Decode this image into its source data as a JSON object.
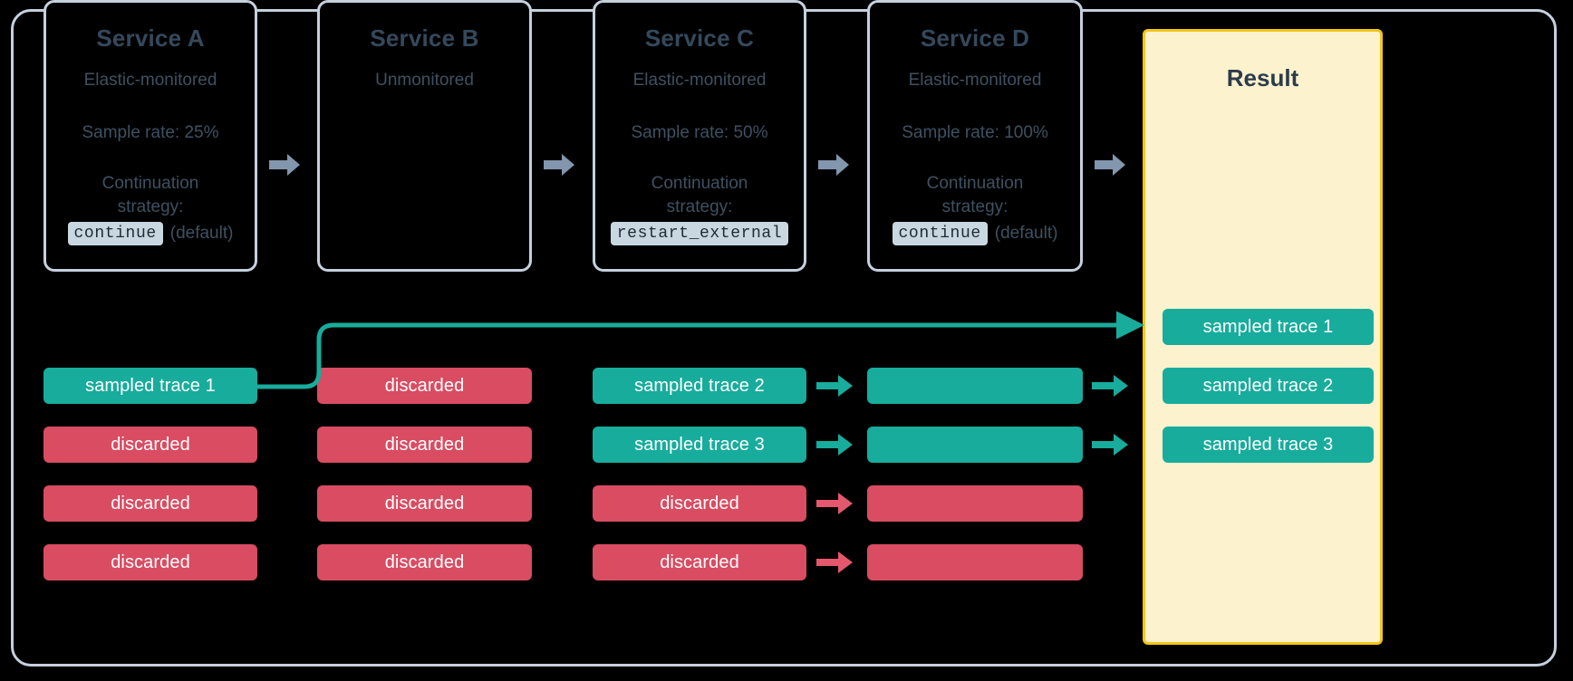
{
  "diagram": {
    "title": "Distributed tracing sampling across services",
    "colors": {
      "background": "#000000",
      "frame_border": "#c5d0dd",
      "card_border": "#c5d0dd",
      "card_text": "#3e5162",
      "card_title": "#34495b",
      "result_border": "#f5c518",
      "result_fill": "#fcf2cd",
      "sampled": "#18ac9c",
      "discarded": "#d94c62",
      "gray_arrow": "#8296ad",
      "chip_bg": "#c9d7e0"
    }
  },
  "services": [
    {
      "id": "service-a",
      "title": "Service A",
      "monitoring": "Elastic-monitored",
      "sample_rate": "Sample rate: 25%",
      "strategy_label": "Continuation strategy:",
      "strategy_value": "continue",
      "strategy_note": "(default)",
      "has_details": true
    },
    {
      "id": "service-b",
      "title": "Service B",
      "monitoring": "Unmonitored",
      "sample_rate": "",
      "strategy_label": "",
      "strategy_value": "",
      "strategy_note": "",
      "has_details": false
    },
    {
      "id": "service-c",
      "title": "Service C",
      "monitoring": "Elastic-monitored",
      "sample_rate": "Sample rate: 50%",
      "strategy_label": "Continuation strategy:",
      "strategy_value": "restart_external",
      "strategy_note": "",
      "has_details": true
    },
    {
      "id": "service-d",
      "title": "Service D",
      "monitoring": "Elastic-monitored",
      "sample_rate": "Sample rate: 100%",
      "strategy_label": "Continuation strategy:",
      "strategy_value": "continue",
      "strategy_note": "(default)",
      "has_details": true
    }
  ],
  "result": {
    "title": "Result",
    "traces": [
      {
        "label": "sampled trace 1",
        "state": "sampled"
      },
      {
        "label": "sampled trace 2",
        "state": "sampled"
      },
      {
        "label": "sampled trace 3",
        "state": "sampled"
      }
    ]
  },
  "columns": [
    {
      "service": "Service A",
      "bars": [
        {
          "label": "sampled trace 1",
          "state": "sampled"
        },
        {
          "label": "discarded",
          "state": "discarded"
        },
        {
          "label": "discarded",
          "state": "discarded"
        },
        {
          "label": "discarded",
          "state": "discarded"
        }
      ]
    },
    {
      "service": "Service B",
      "bars": [
        {
          "label": "discarded",
          "state": "discarded"
        },
        {
          "label": "discarded",
          "state": "discarded"
        },
        {
          "label": "discarded",
          "state": "discarded"
        },
        {
          "label": "discarded",
          "state": "discarded"
        }
      ]
    },
    {
      "service": "Service C",
      "bars": [
        {
          "label": "sampled trace 2",
          "state": "sampled"
        },
        {
          "label": "sampled trace 3",
          "state": "sampled"
        },
        {
          "label": "discarded",
          "state": "discarded"
        },
        {
          "label": "discarded",
          "state": "discarded"
        }
      ]
    },
    {
      "service": "Service D",
      "bars": [
        {
          "label": "",
          "state": "sampled"
        },
        {
          "label": "",
          "state": "sampled"
        },
        {
          "label": "",
          "state": "discarded"
        },
        {
          "label": "",
          "state": "discarded"
        }
      ]
    }
  ]
}
